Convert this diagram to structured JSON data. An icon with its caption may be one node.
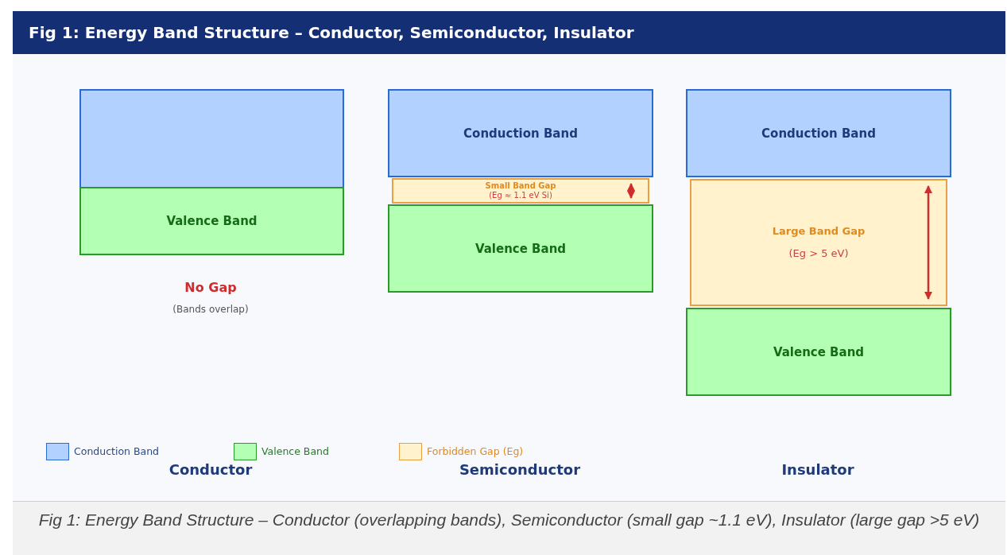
{
  "diagram": {
    "title": "Fig 1: Energy Band Structure – Conductor, Semiconductor, Insulator",
    "caption": "Fig 1: Energy Band Structure – Conductor (overlapping bands), Semiconductor (small gap ~1.1 eV), Insulator (large gap >5 eV)",
    "nodes": [
      {
        "text": [],
        "shape": "box"
      },
      {
        "text": [
          "Valence Band"
        ]
      },
      {
        "text": [
          "Conduction Band"
        ]
      },
      {
        "text": [
          "Small Band Gap",
          "(Eg ≈ 1.1 eV Si)"
        ]
      },
      {
        "text": [
          "Valence Band"
        ]
      },
      {
        "text": [
          "Conduction Band"
        ]
      },
      {
        "text": [
          "Large Band Gap",
          "(Eg > 5 eV)"
        ]
      },
      {
        "text": [
          "Valence Band"
        ]
      }
    ],
    "labels": [
      "No Gap",
      "(Bands overlap)",
      "Conductor",
      "Semiconductor",
      "Insulator"
    ],
    "legend": [
      {
        "text": "Conduction Band",
        "color": "#b3d1ff"
      },
      {
        "text": "Valence Band",
        "color": "#b3ffb3"
      },
      {
        "text": "Forbidden Gap (Eg)",
        "color": "#fff2cc"
      }
    ]
  }
}
